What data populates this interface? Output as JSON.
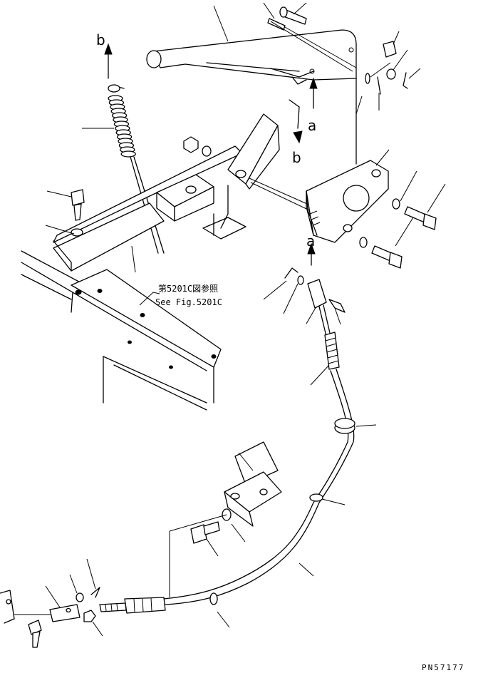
{
  "diagram": {
    "labels": {
      "b_top": "b",
      "b_mid": "b",
      "a_top": "a",
      "a_mid": "a"
    },
    "reference_jp": "第5201C図参照",
    "reference_en": "See Fig.5201C",
    "code": "PN57177"
  }
}
